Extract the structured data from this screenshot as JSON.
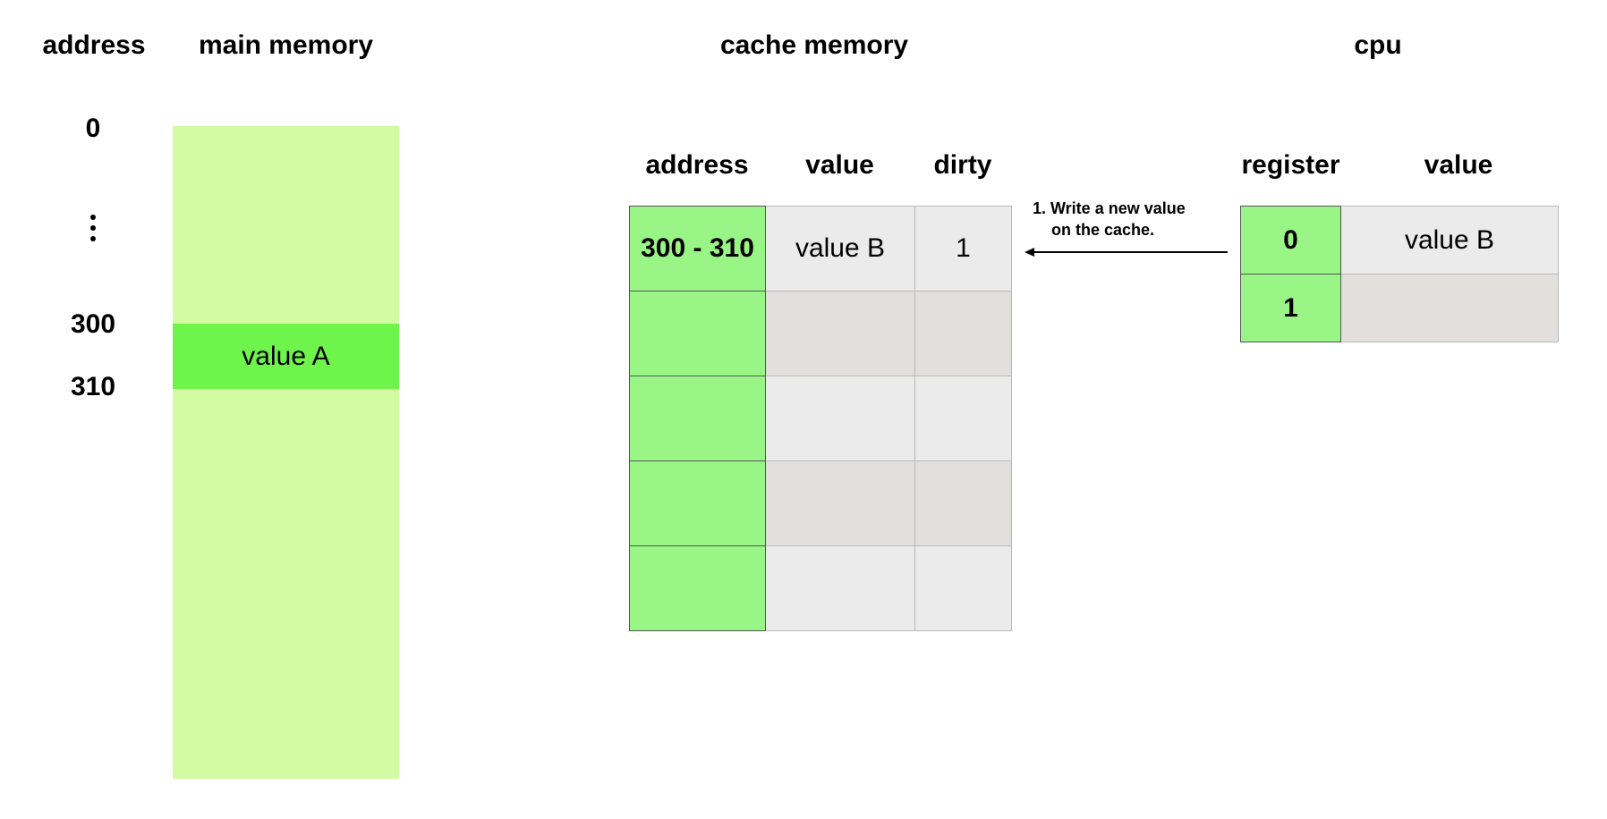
{
  "main_memory": {
    "address_heading": "address",
    "heading": "main memory",
    "addresses": [
      "0",
      "300",
      "310"
    ],
    "highlighted_value": "value A"
  },
  "cache_memory": {
    "heading": "cache memory",
    "columns": [
      "address",
      "value",
      "dirty"
    ],
    "rows": [
      {
        "address": "300 - 310",
        "value": "value B",
        "dirty": "1"
      },
      {
        "address": "",
        "value": "",
        "dirty": ""
      },
      {
        "address": "",
        "value": "",
        "dirty": ""
      },
      {
        "address": "",
        "value": "",
        "dirty": ""
      },
      {
        "address": "",
        "value": "",
        "dirty": ""
      }
    ]
  },
  "cpu": {
    "heading": "cpu",
    "columns": [
      "register",
      "value"
    ],
    "rows": [
      {
        "register": "0",
        "value": "value B"
      },
      {
        "register": "1",
        "value": ""
      }
    ]
  },
  "annotation": {
    "line1": "1. Write a new value",
    "line2": "on the cache."
  },
  "colors": {
    "memory_background": "#d3fba1",
    "memory_highlight": "#6ff44c",
    "address_cell": "#99f686",
    "value_cell_light": "#ebebeb",
    "value_cell_dark": "#e1e0dc"
  }
}
